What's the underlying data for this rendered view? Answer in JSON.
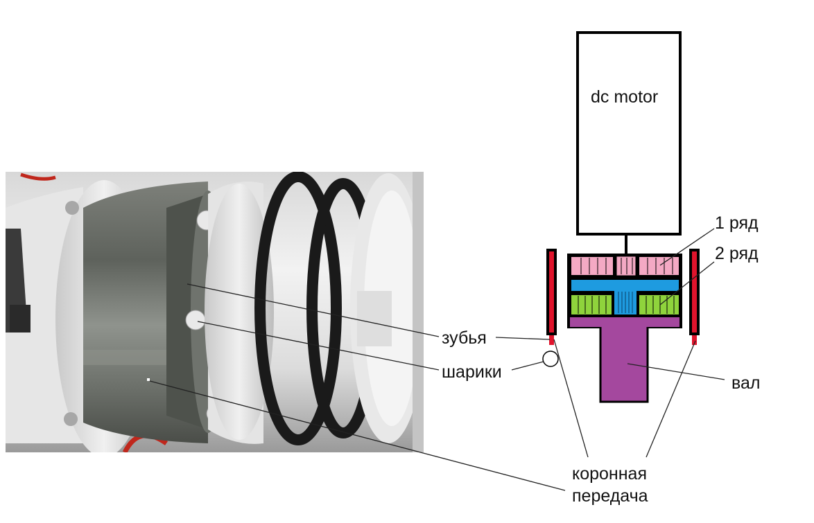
{
  "diagram": {
    "motor_label": "dc motor",
    "row1_label": "1 ряд",
    "row2_label": "2 ряд",
    "teeth_label": "зубья",
    "balls_label": "шарики",
    "shaft_label": "вал",
    "ring_gear_line1": "коронная",
    "ring_gear_line2": "передача"
  },
  "photo": {
    "description_name": "rendered gear mechanism photo"
  },
  "colors": {
    "gear_row1": "#f4a9c4",
    "gear_carrier": "#1e9be0",
    "gear_row2": "#8fd33c",
    "shaft": "#a4489e",
    "ring_gear": "#e0142c",
    "outline": "#000000",
    "leader_line": "#222222"
  }
}
